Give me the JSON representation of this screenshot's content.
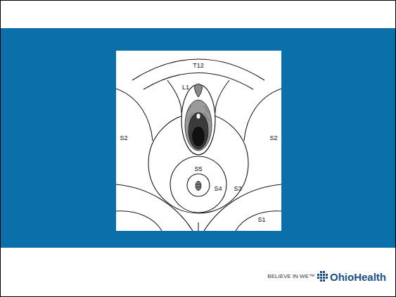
{
  "diagram": {
    "labels": [
      "T12",
      "L1",
      "S2",
      "S2",
      "S3",
      "S4",
      "S5",
      "S1",
      "BELIEVE IN WE™",
      "OhioHealth"
    ]
  }
}
